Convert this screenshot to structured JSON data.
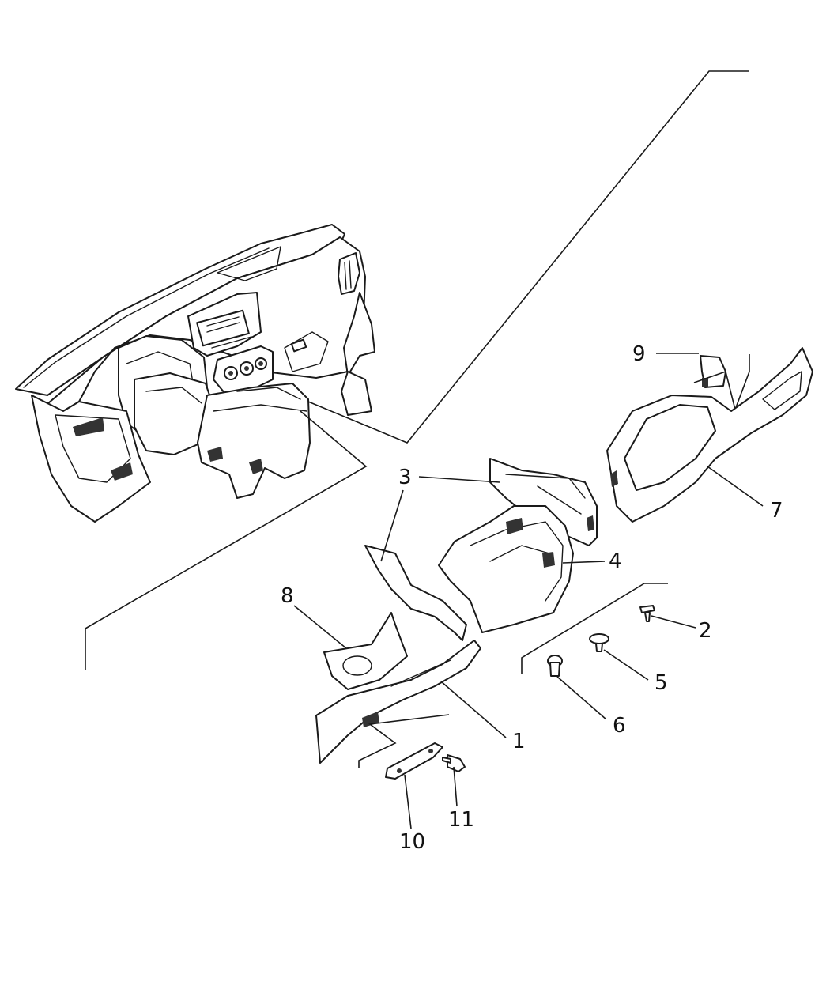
{
  "callouts": [
    {
      "id": "1",
      "label": "1"
    },
    {
      "id": "2",
      "label": "2"
    },
    {
      "id": "3",
      "label": "3"
    },
    {
      "id": "4",
      "label": "4"
    },
    {
      "id": "5",
      "label": "5"
    },
    {
      "id": "6",
      "label": "6"
    },
    {
      "id": "7",
      "label": "7"
    },
    {
      "id": "8",
      "label": "8"
    },
    {
      "id": "9",
      "label": "9"
    },
    {
      "id": "10",
      "label": "10"
    },
    {
      "id": "11",
      "label": "11"
    }
  ],
  "colors": {
    "ink": "#1a1a1a",
    "background": "#ffffff"
  }
}
